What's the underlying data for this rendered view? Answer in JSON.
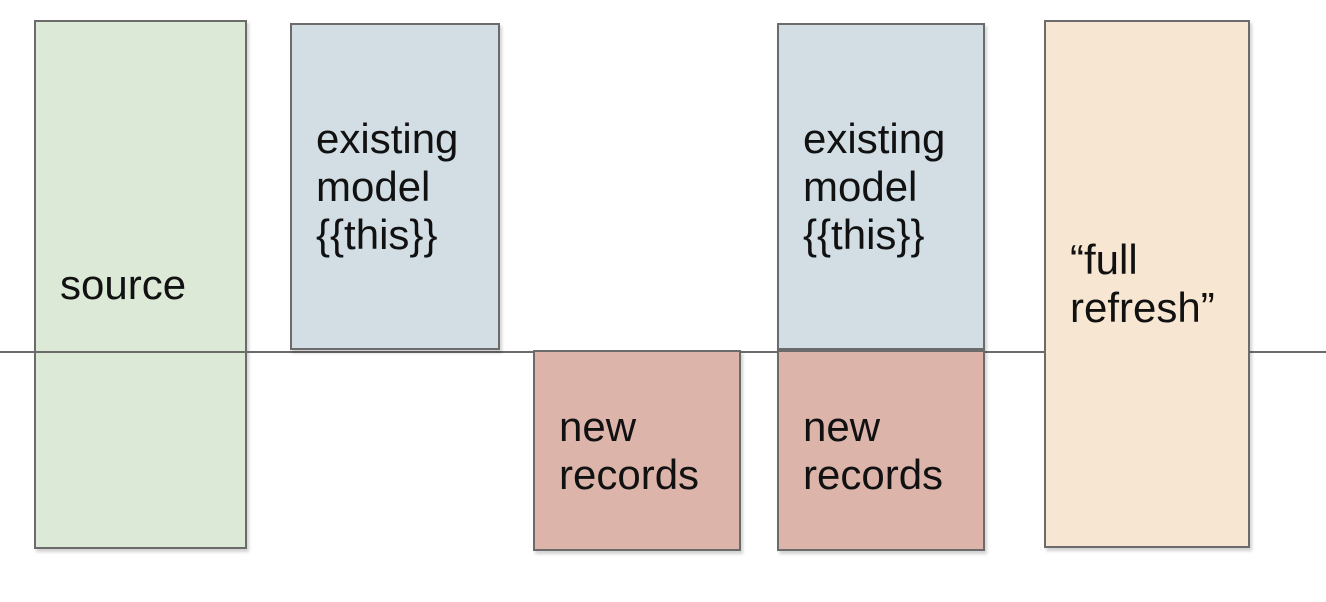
{
  "diagram": {
    "title": "incremental model materialization diagram",
    "background_color": "#ffffff",
    "text_color": "#111111",
    "border_color": "#6b6b6b",
    "divider": {
      "orientation": "horizontal",
      "color": "#6b6b6b"
    },
    "boxes": [
      {
        "id": "source",
        "label": "source",
        "fill": "#dde9d7",
        "position": "spans divider, far left"
      },
      {
        "id": "existing-model-1",
        "label": "existing\nmodel\n{{this}}",
        "fill": "#d2dee4",
        "position": "above divider"
      },
      {
        "id": "new-records-1",
        "label": "new\nrecords",
        "fill": "#dcb4aa",
        "position": "below divider"
      },
      {
        "id": "existing-model-2",
        "label": "existing\nmodel\n{{this}}",
        "fill": "#d2dee4",
        "position": "above divider, stacked"
      },
      {
        "id": "new-records-2",
        "label": "new\nrecords",
        "fill": "#dcb4aa",
        "position": "below divider, stacked"
      },
      {
        "id": "full-refresh",
        "label": "“full\nrefresh”",
        "fill": "#f7e6d2",
        "position": "spans divider, far right"
      }
    ]
  }
}
